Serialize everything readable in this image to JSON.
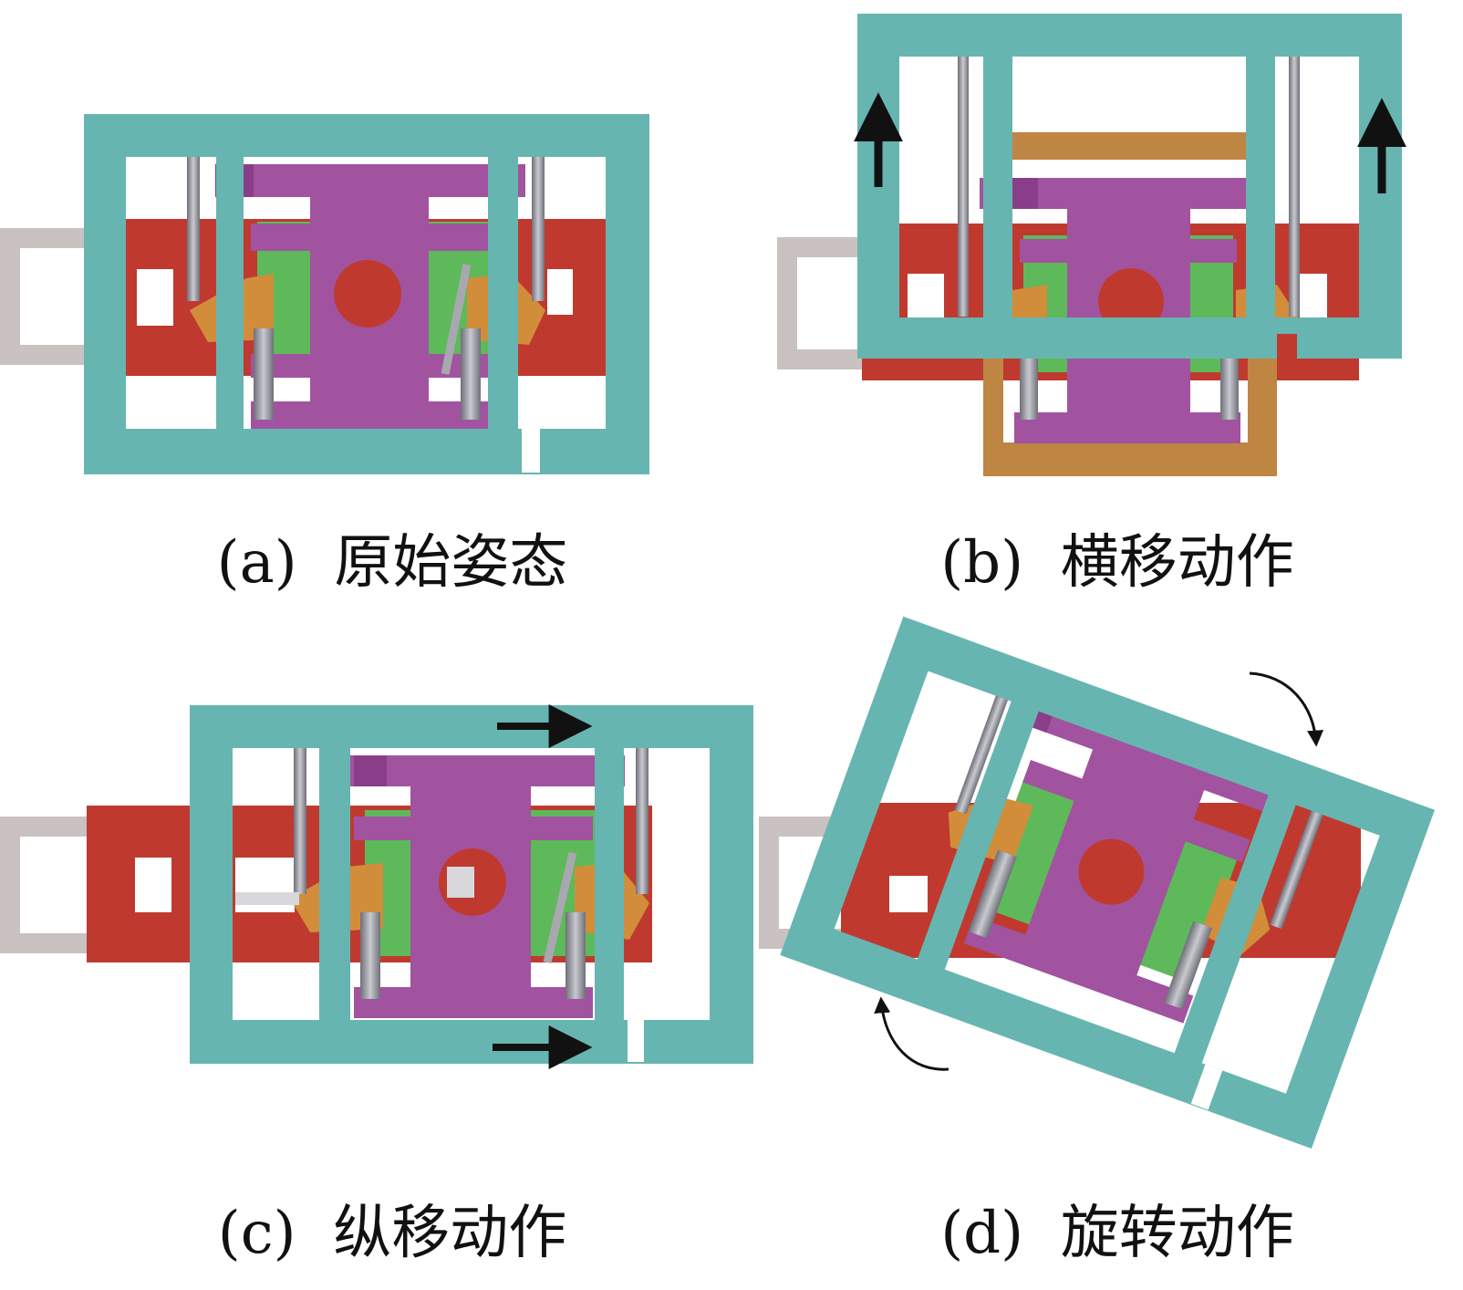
{
  "colors": {
    "frame": "#67b5b0",
    "rail": "#c0392f",
    "platform": "#a153a0",
    "platform_dark": "#8a3e8a",
    "base": "#5eb95a",
    "bracket": "#d28d3a",
    "slider": "#bf8542",
    "mount": "#c9c2c0",
    "cylinder": "#8f8f97",
    "arrow": "#111111",
    "background": "#ffffff"
  },
  "panels": [
    {
      "id": "a",
      "caption": "(a)  原始姿态",
      "state": "original"
    },
    {
      "id": "b",
      "caption": "(b)  横移动作",
      "state": "lateral-shift"
    },
    {
      "id": "c",
      "caption": "(c)  纵移动作",
      "state": "longitudinal-shift"
    },
    {
      "id": "d",
      "caption": "(d)  旋转动作",
      "state": "rotation"
    }
  ]
}
